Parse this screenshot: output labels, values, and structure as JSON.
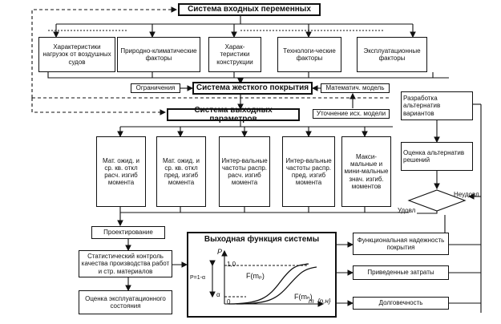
{
  "top": {
    "input_system": "Система входных переменных"
  },
  "inputs": [
    "Характеристики нагрузок от воздушных судов",
    "Природно-климатические факторы",
    "Харак-теристики конструкции",
    "Технологи-ческие факторы",
    "Эксплуатационные факторы"
  ],
  "middle": {
    "restrictions": "Ограничения",
    "pavement_system": "Система жесткого покрытия",
    "math_model": "Математич. модель",
    "output_params": "Система выходных параметров",
    "refine_model": "Уточнение исх. модели"
  },
  "params": [
    "Мат. ожид. и ср. кв. откл расч. изгиб момента",
    "Мат. ожид. и ср. кв. откл пред. изгиб момента",
    "Интер-вальные частоты распр. расч. изгиб момента",
    "Интер-вальные частоты распр. пред. изгиб момента",
    "Макси-мальные и мини-мальные знач. изгиб. моментов"
  ],
  "right": {
    "development": "Разработка альтернатив вариантов",
    "assessment": "Оценка альтернатив решений",
    "unsatisfied": "Неудовл",
    "satisfied": "Удовл"
  },
  "left_chain": {
    "design": "Проектирование",
    "control": "Статистический контроль качества производства работ и стр. материалов",
    "operation": "Оценка эксплуатационного состояния"
  },
  "output_function": {
    "title": "Выходная функция системы",
    "y_axis": "P",
    "one": "1,0",
    "alpha": "α",
    "zero": "0",
    "p_label": "P=1-α",
    "f1": "F(mₚ)",
    "f2": "F(mₙ)",
    "x_axis": "m_{р,н}"
  },
  "results": [
    "Функциональная надежность покрытия",
    "Приведенные затраты",
    "Долговечность"
  ]
}
